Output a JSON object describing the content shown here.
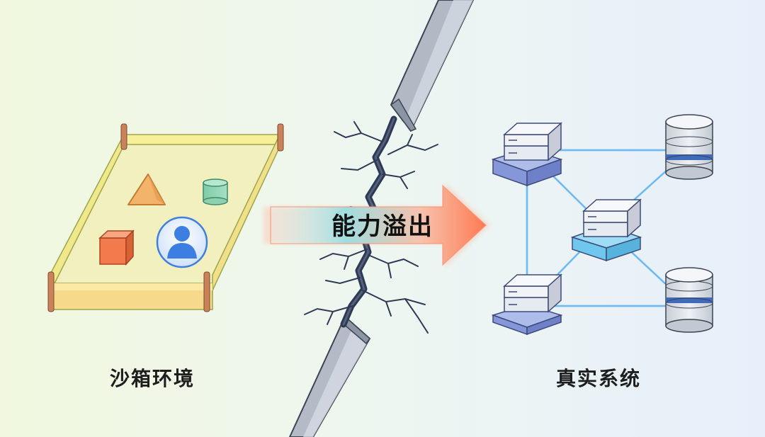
{
  "labels": {
    "left_caption": "沙箱环境",
    "right_caption": "真实系统",
    "arrow_text": "能力溢出"
  },
  "icons": {
    "sandbox": "sandbox-box-icon",
    "triangle": "triangle-shape-icon",
    "cylinder": "cylinder-shape-icon",
    "cube": "cube-shape-icon",
    "user": "user-avatar-icon",
    "server": "server-stack-icon",
    "database": "database-icon",
    "wall": "cracked-wall-icon",
    "arrow": "right-arrow-icon"
  },
  "colors": {
    "bg_left": "#f1f8df",
    "bg_right": "#e8f0fa",
    "sandbox_frame": "#f1e486",
    "sandbox_post": "#c9825a",
    "arrow_start": "#9fdde0",
    "arrow_end": "#ff7a52",
    "network_line": "#7cc3f2",
    "server_accent": "#8aa4e6",
    "server_center_accent": "#6fc7ee",
    "database_band": "#3f6bb8"
  }
}
